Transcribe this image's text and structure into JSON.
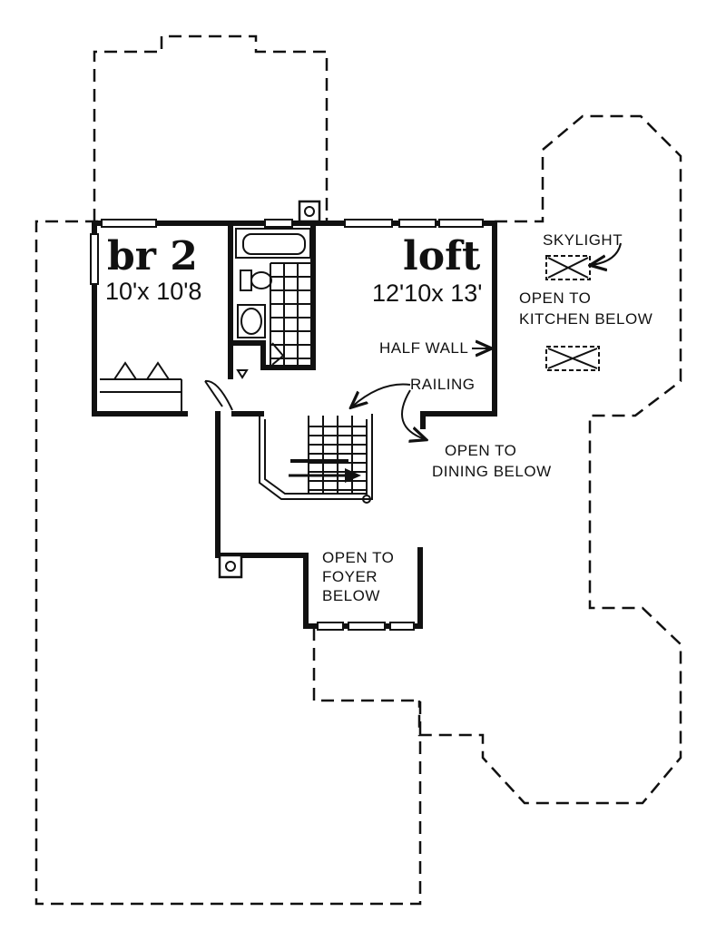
{
  "rooms": {
    "br2": {
      "title": "br 2",
      "size": "10'x 10'8"
    },
    "loft": {
      "title": "loft",
      "size": "12'10x 13'"
    }
  },
  "notes": {
    "skylight": "SKYLIGHT",
    "kitchen": [
      "OPEN TO",
      "KITCHEN BELOW"
    ],
    "half_wall": "HALF WALL",
    "railing": "RAILING",
    "dining": [
      "OPEN TO",
      "DINING BELOW"
    ],
    "foyer": [
      "OPEN TO",
      "FOYER",
      "BELOW"
    ]
  },
  "colors": {
    "ink": "#111111",
    "paper": "#ffffff"
  }
}
